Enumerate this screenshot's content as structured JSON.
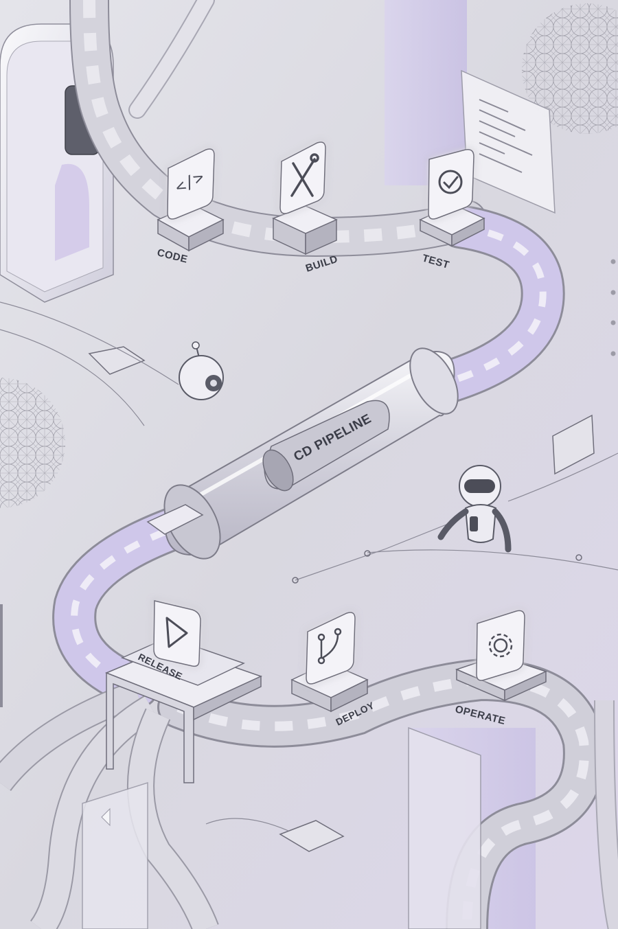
{
  "title": "CD PIPELINE",
  "stages": [
    {
      "id": "code",
      "label": "CODE",
      "icon": "code-brackets-icon"
    },
    {
      "id": "build",
      "label": "BUILD",
      "icon": "wrench-screwdriver-icon"
    },
    {
      "id": "test",
      "label": "TEST",
      "icon": "check-circle-icon"
    },
    {
      "id": "release",
      "label": "RELEASE",
      "icon": "play-icon"
    },
    {
      "id": "deploy",
      "label": "DEPLOY",
      "icon": "git-branch-icon"
    },
    {
      "id": "operate",
      "label": "OPERATE",
      "icon": "gear-icon"
    }
  ],
  "colors": {
    "background": "#dedde4",
    "track": "#c9c8d3",
    "track_edge": "#8d8c99",
    "lavender": "#cbc3e6",
    "glass": "#eeedf3",
    "ink": "#3b3d48"
  }
}
